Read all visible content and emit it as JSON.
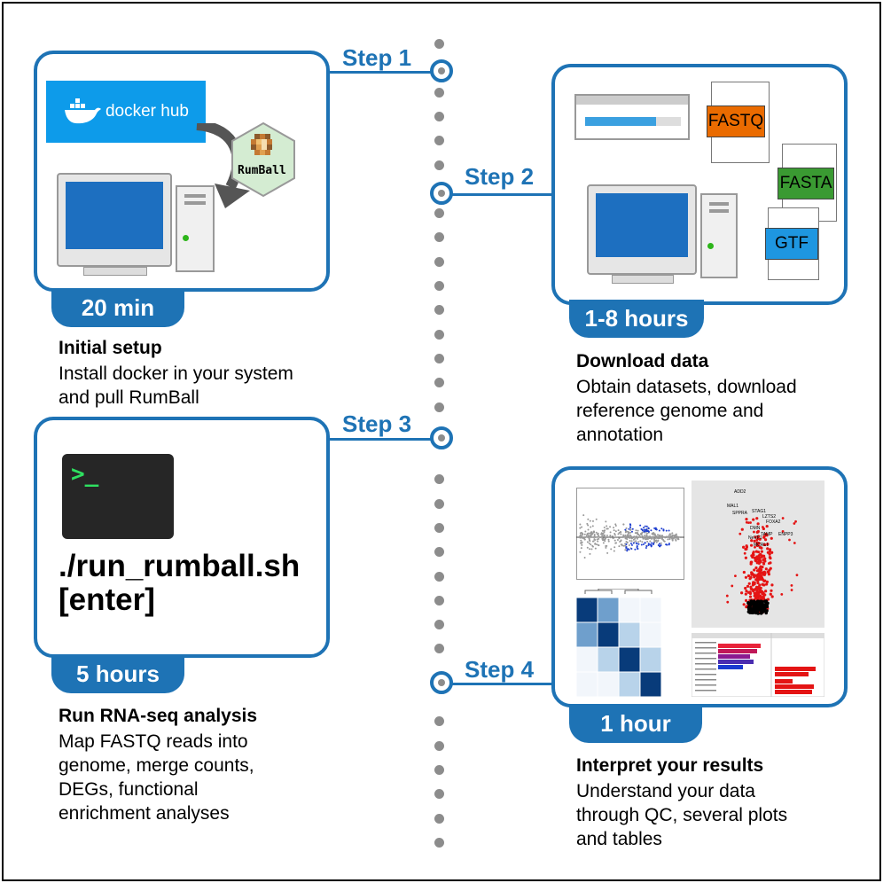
{
  "steps": [
    {
      "label": "Step 1",
      "time": "20 min",
      "title": "Initial setup",
      "description": "Install docker in your system\nand pull RumBall"
    },
    {
      "label": "Step 2",
      "time": "1-8 hours",
      "title": "Download data",
      "description": "Obtain datasets, download\nreference genome and\nannotation"
    },
    {
      "label": "Step 3",
      "time": "5 hours",
      "title": "Run RNA-seq analysis",
      "description": "Map FASTQ reads into\ngenome, merge counts,\nDEGs, functional\nenrichment analyses"
    },
    {
      "label": "Step 4",
      "time": "1 hour",
      "title": "Interpret your results",
      "description": "Understand your data\nthrough QC, several plots\nand tables"
    }
  ],
  "docker": {
    "brand": "docker hub",
    "image": "RumBall"
  },
  "files": {
    "fastq": "FASTQ",
    "fasta": "FASTA",
    "gtf": "GTF"
  },
  "terminal": {
    "prompt": ">_",
    "command_line1": "./run_rumball.sh",
    "command_line2": "[enter]"
  },
  "volcano_genes": [
    "ADD2",
    "MAL1",
    "SPPRA",
    "STAG1",
    "LZTS2",
    "FOXA2",
    "DMN",
    "TAMP",
    "ENPP3",
    "NeVF1",
    "MCRL1"
  ],
  "colors": {
    "accent": "#1e73b5",
    "docker": "#0d9bea",
    "fastq": "#ea6b00",
    "fasta": "#3a9a32",
    "gtf": "#1e96e0",
    "monitor": "#1d6fc0"
  }
}
